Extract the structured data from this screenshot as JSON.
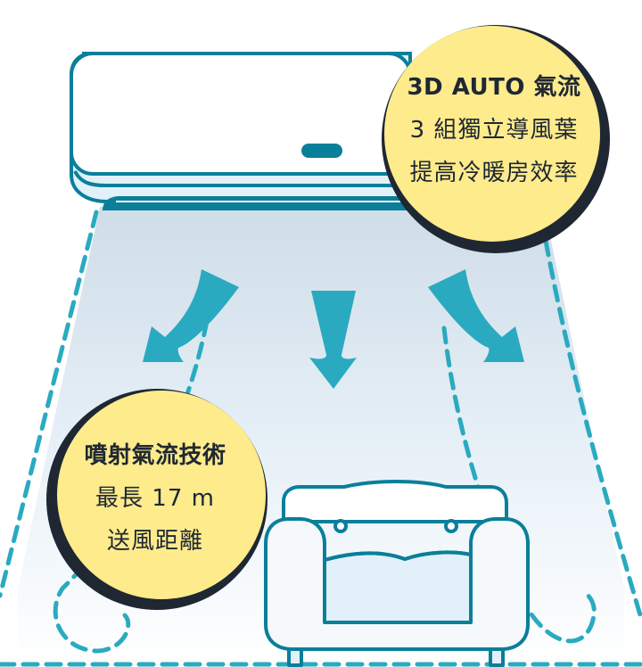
{
  "colors": {
    "outline_teal": "#0a7f9a",
    "arrow_teal": "#2aaac0",
    "bubble_yellow": "#fdeb8c",
    "bubble_border": "#1f2733",
    "airflow_top": "#cfdde8",
    "airflow_bottom": "#ffffff",
    "sofa_fill": "#f5f9fc",
    "seat_fill": "#e2f0fa"
  },
  "callouts": {
    "airflow_3d": {
      "title": "3D AUTO 氣流",
      "line2": "3 組獨立導風葉",
      "line3": "提高冷暖房效率"
    },
    "jet_airflow": {
      "title": "噴射氣流技術",
      "line2": "最長 17 m",
      "line3": "送風距離"
    }
  },
  "icons": [
    "air-conditioner-icon",
    "arrow-down-left-icon",
    "arrow-down-icon",
    "arrow-down-right-icon",
    "sofa-icon"
  ]
}
